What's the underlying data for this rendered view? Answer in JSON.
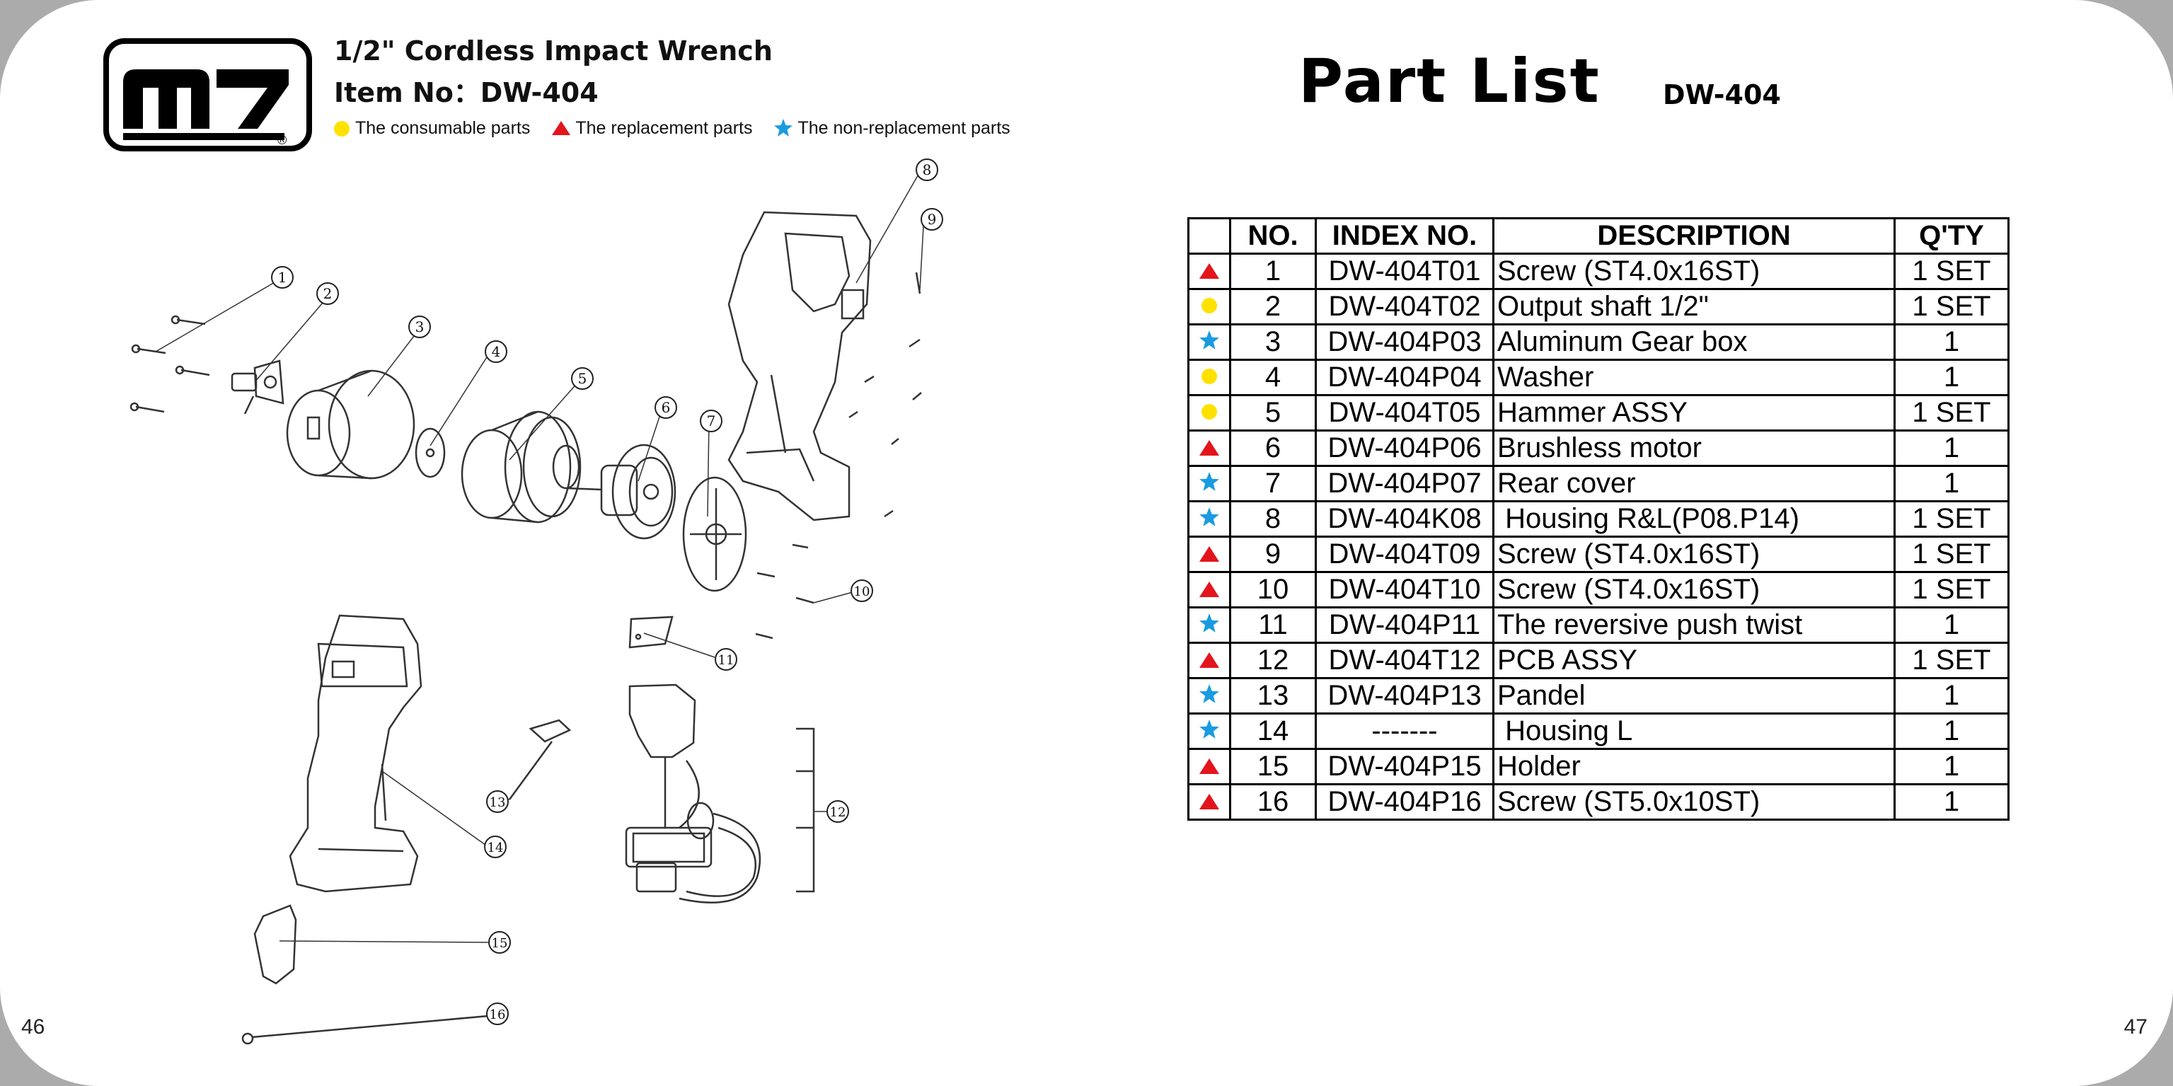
{
  "page": {
    "left_number": "46",
    "right_number": "47"
  },
  "brand": {
    "logo_text": "m7",
    "registered_mark": "®"
  },
  "header": {
    "title": "1/2\" Cordless Impact Wrench",
    "item_line": "Item No：DW-404"
  },
  "legend": [
    {
      "shape": "circle",
      "color": "#ffe100",
      "label": "The consumable parts"
    },
    {
      "shape": "triangle",
      "color": "#e3141c",
      "label": "The replacement parts"
    },
    {
      "shape": "star",
      "color": "#1a9be0",
      "label": "The non-replacement parts"
    }
  ],
  "diagram": {
    "callouts": [
      "1",
      "2",
      "3",
      "4",
      "5",
      "6",
      "7",
      "8",
      "9",
      "10",
      "11",
      "12",
      "13",
      "14",
      "15",
      "16"
    ]
  },
  "part_list": {
    "title": "Part List",
    "model": "DW-404",
    "columns": [
      "NO.",
      "INDEX NO.",
      "DESCRIPTION",
      "Q'TY"
    ],
    "rows": [
      {
        "mark": "triangle",
        "no": "1",
        "index": "DW-404T01",
        "description": "Screw (ST4.0x16ST)",
        "qty": "1 SET"
      },
      {
        "mark": "circle",
        "no": "2",
        "index": "DW-404T02",
        "description": "Output shaft 1/2\"",
        "qty": "1 SET"
      },
      {
        "mark": "star",
        "no": "3",
        "index": "DW-404P03",
        "description": "Aluminum Gear box",
        "qty": "1"
      },
      {
        "mark": "circle",
        "no": "4",
        "index": "DW-404P04",
        "description": "Washer",
        "qty": "1"
      },
      {
        "mark": "circle",
        "no": "5",
        "index": "DW-404T05",
        "description": "Hammer ASSY",
        "qty": "1 SET"
      },
      {
        "mark": "triangle",
        "no": "6",
        "index": "DW-404P06",
        "description": "Brushless motor",
        "qty": "1"
      },
      {
        "mark": "star",
        "no": "7",
        "index": "DW-404P07",
        "description": "Rear cover",
        "qty": "1"
      },
      {
        "mark": "star",
        "no": "8",
        "index": "DW-404K08",
        "description": " Housing R&L(P08.P14)",
        "qty": "1 SET"
      },
      {
        "mark": "triangle",
        "no": "9",
        "index": "DW-404T09",
        "description": "Screw (ST4.0x16ST)",
        "qty": "1 SET"
      },
      {
        "mark": "triangle",
        "no": "10",
        "index": "DW-404T10",
        "description": "Screw (ST4.0x16ST)",
        "qty": "1 SET"
      },
      {
        "mark": "star",
        "no": "11",
        "index": "DW-404P11",
        "description": "The reversive push twist",
        "qty": "1"
      },
      {
        "mark": "triangle",
        "no": "12",
        "index": "DW-404T12",
        "description": "PCB ASSY",
        "qty": "1 SET"
      },
      {
        "mark": "star",
        "no": "13",
        "index": "DW-404P13",
        "description": "Pandel",
        "qty": "1"
      },
      {
        "mark": "star",
        "no": "14",
        "index": "-------",
        "description": " Housing L",
        "qty": "1"
      },
      {
        "mark": "triangle",
        "no": "15",
        "index": "DW-404P15",
        "description": "Holder",
        "qty": "1"
      },
      {
        "mark": "triangle",
        "no": "16",
        "index": "DW-404P16",
        "description": "Screw (ST5.0x10ST)",
        "qty": "1"
      }
    ]
  },
  "colors": {
    "circle": "#ffe100",
    "triangle": "#e3141c",
    "star": "#1a9be0"
  }
}
